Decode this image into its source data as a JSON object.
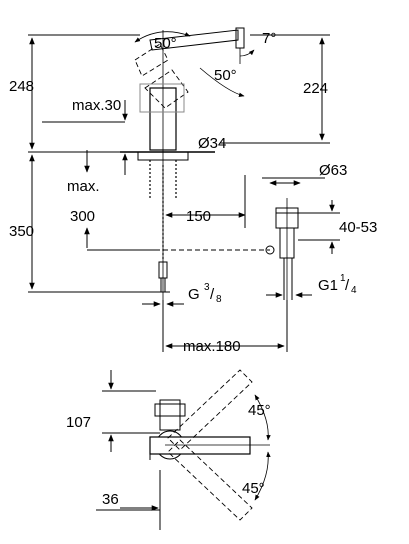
{
  "dimensions": {
    "angle_top_left": "50°",
    "angle_spout": "7°",
    "angle_handle": "50°",
    "height_total_top": "248",
    "height_spout": "224",
    "max_30": "max.30",
    "diameter_34": "Ø34",
    "max_label": "max.",
    "len_300": "300",
    "len_150": "150",
    "height_350": "350",
    "diameter_63": "Ø63",
    "range_40_53": "40-53",
    "thread_g38_base": "G",
    "thread_g38_num": "3",
    "thread_g38_den": "8",
    "thread_g114_base": "G1",
    "thread_g114_num": "1",
    "thread_g114_den": "4",
    "max_180": "max.180",
    "dim_107": "107",
    "angle_top_right": "45°",
    "angle_bottom_right": "45°",
    "dim_36": "36"
  }
}
